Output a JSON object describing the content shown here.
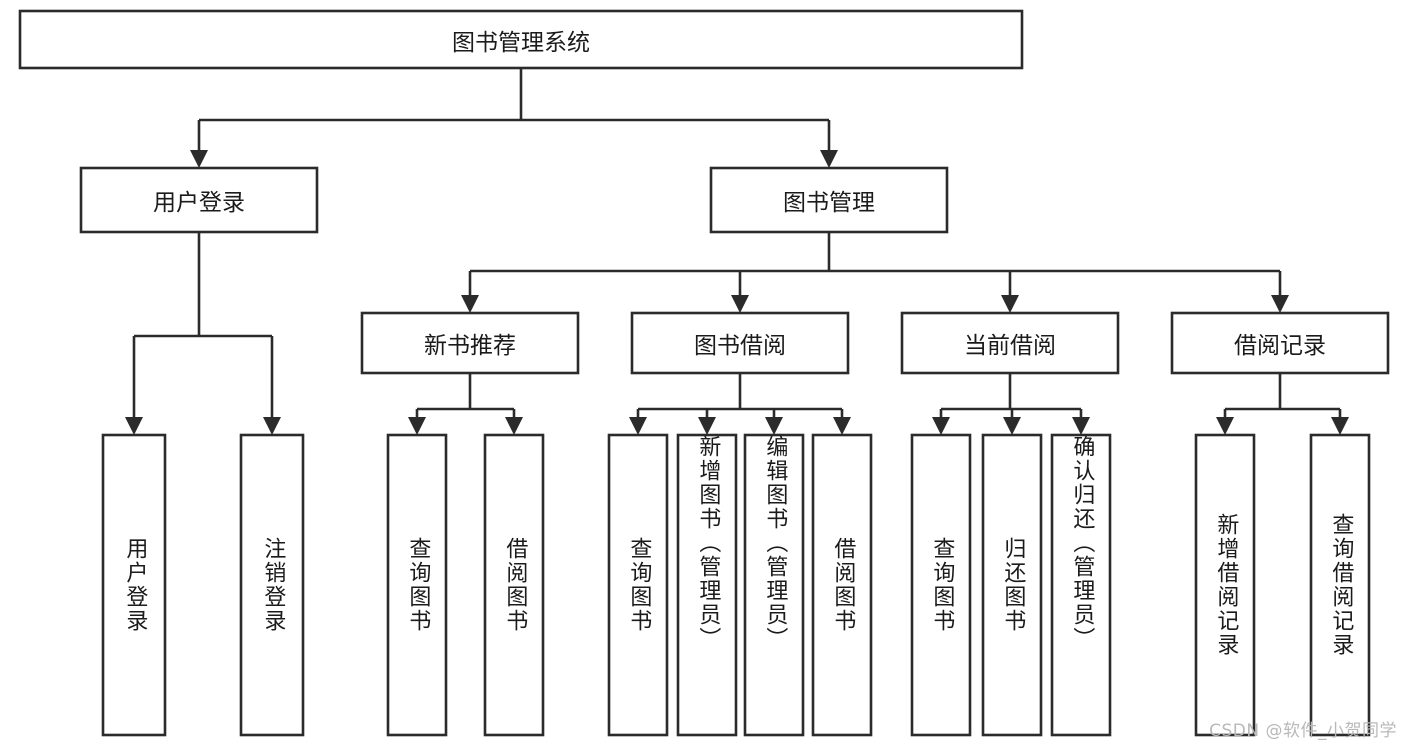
{
  "diagram": {
    "type": "tree",
    "title": "图书管理系统",
    "root": {
      "id": "root",
      "label": "图书管理系统",
      "orientation": "horizontal"
    },
    "level1": [
      {
        "id": "user-login",
        "label": "用户登录",
        "orientation": "horizontal"
      },
      {
        "id": "book-manage",
        "label": "图书管理",
        "orientation": "horizontal"
      }
    ],
    "level2": [
      {
        "id": "new-book-rec",
        "label": "新书推荐",
        "orientation": "horizontal",
        "parent": "book-manage"
      },
      {
        "id": "book-borrow",
        "label": "图书借阅",
        "orientation": "horizontal",
        "parent": "book-manage"
      },
      {
        "id": "current-borrow",
        "label": "当前借阅",
        "orientation": "horizontal",
        "parent": "book-manage"
      },
      {
        "id": "borrow-record",
        "label": "借阅记录",
        "orientation": "horizontal",
        "parent": "book-manage"
      }
    ],
    "leaves": [
      {
        "id": "leaf-user-login",
        "label": "用户登录",
        "parent": "user-login"
      },
      {
        "id": "leaf-logout-login",
        "label": "注销登录",
        "parent": "user-login"
      },
      {
        "id": "leaf-query-book-1",
        "label": "查询图书",
        "parent": "new-book-rec"
      },
      {
        "id": "leaf-borrow-book-1",
        "label": "借阅图书",
        "parent": "new-book-rec"
      },
      {
        "id": "leaf-query-book-2",
        "label": "查询图书",
        "parent": "book-borrow"
      },
      {
        "id": "leaf-add-book",
        "label": "新增图书（管理员）",
        "parent": "book-borrow"
      },
      {
        "id": "leaf-edit-book",
        "label": "编辑图书（管理员）",
        "parent": "book-borrow"
      },
      {
        "id": "leaf-borrow-book-2",
        "label": "借阅图书",
        "parent": "book-borrow"
      },
      {
        "id": "leaf-query-book-3",
        "label": "查询图书",
        "parent": "current-borrow"
      },
      {
        "id": "leaf-return-book",
        "label": "归还图书",
        "parent": "current-borrow"
      },
      {
        "id": "leaf-confirm-return",
        "label": "确认归还（管理员）",
        "parent": "current-borrow"
      },
      {
        "id": "leaf-add-record",
        "label": "新增借阅记录",
        "parent": "borrow-record"
      },
      {
        "id": "leaf-query-record",
        "label": "查询借阅记录",
        "parent": "borrow-record"
      }
    ],
    "colors": {
      "box_stroke": "#2b2b2b",
      "box_fill": "#ffffff",
      "connector": "#2b2b2b",
      "text": "#1b1b1b",
      "background": "#ffffff",
      "watermark": "#b9b9b9"
    }
  },
  "watermark": {
    "text": "CSDN @软件_小贺同学"
  }
}
